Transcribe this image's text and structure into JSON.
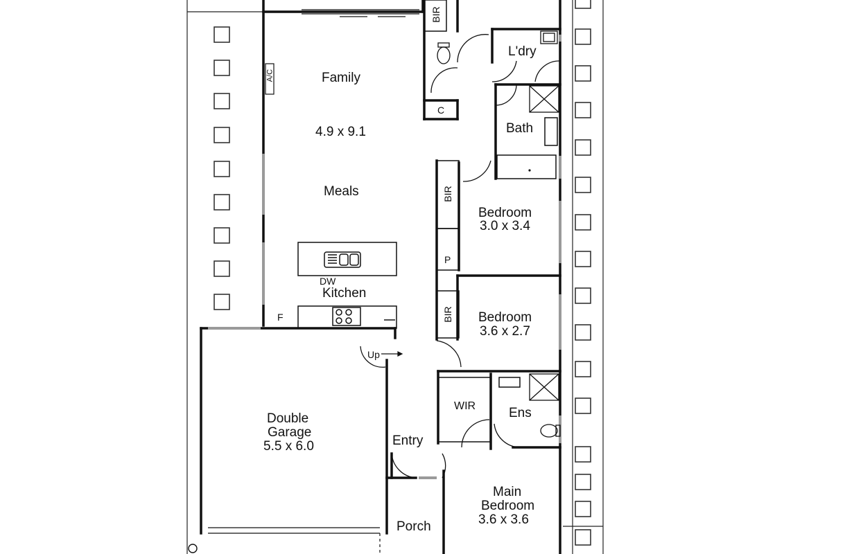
{
  "rooms": {
    "family": {
      "name": "Family",
      "size": "4.9 x 9.1"
    },
    "meals": {
      "name": "Meals"
    },
    "kitchen": {
      "name": "Kitchen"
    },
    "garage": {
      "line1": "Double",
      "line2": "Garage",
      "size": "5.5 x 6.0"
    },
    "entry": {
      "name": "Entry"
    },
    "porch": {
      "name": "Porch"
    },
    "bedroom1": {
      "name": "Bedroom",
      "size": "3.0 x 3.4"
    },
    "bedroom2": {
      "name": "Bedroom",
      "size": "3.6 x 2.7"
    },
    "main_bedroom": {
      "line1": "Main",
      "line2": "Bedroom",
      "size": "3.6 x 3.6"
    },
    "ensuite": {
      "name": "Ens"
    },
    "wir": {
      "name": "WIR"
    },
    "bath": {
      "name": "Bath"
    },
    "laundry": {
      "name": "L'dry"
    }
  },
  "fixtures": {
    "bir_top": "BIR",
    "bir_bed1": "BIR",
    "bir_bed2": "BIR",
    "pantry": "P",
    "cupboard": "C",
    "aircon": "A/C",
    "dishwasher": "DW",
    "fridge": "F",
    "stairs_up": "Up"
  },
  "colors": {
    "wall": "#111111",
    "window": "#9a9a9a",
    "paving": "#333333"
  }
}
